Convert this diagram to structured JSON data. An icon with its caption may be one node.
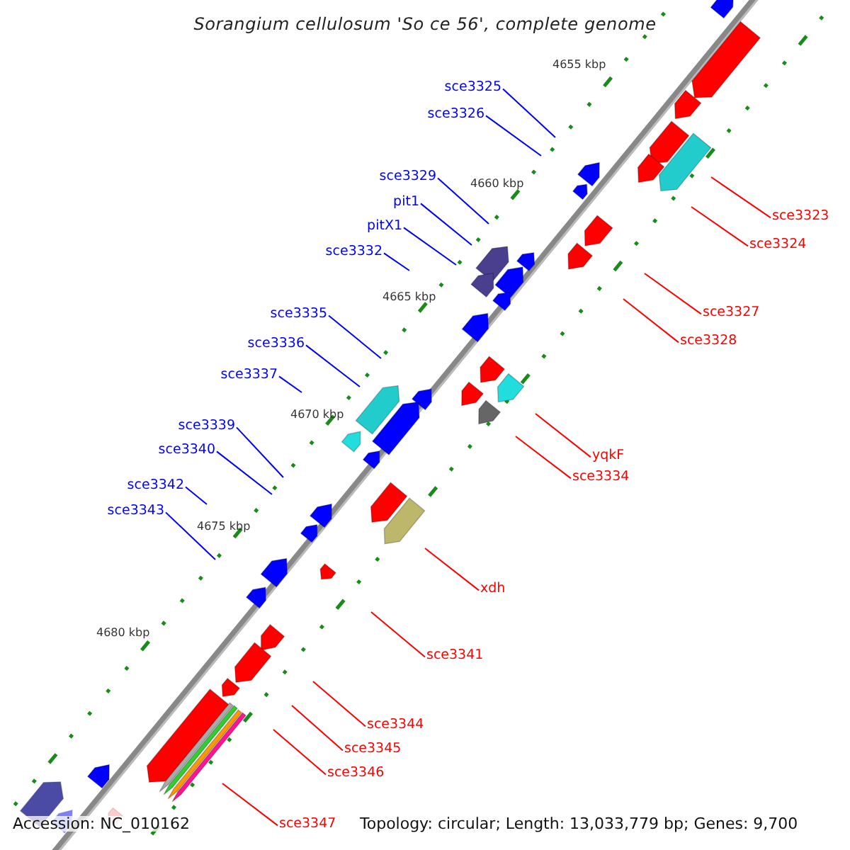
{
  "diagram": {
    "title": "Sorangium cellulosum 'So ce 56', complete genome",
    "nodes": [
      {
        "text": [
          "sce3325"
        ]
      },
      {
        "text": [
          "sce3326"
        ]
      },
      {
        "text": [
          "sce3329"
        ]
      },
      {
        "text": [
          "pit1"
        ]
      },
      {
        "text": [
          "sce3323"
        ]
      },
      {
        "text": [
          "pitX1"
        ]
      },
      {
        "text": [
          "sce3324"
        ]
      },
      {
        "text": [
          "sce3332"
        ]
      },
      {
        "text": [
          "sce3327"
        ]
      },
      {
        "text": [
          "sce3335"
        ]
      },
      {
        "text": [
          "sce3328"
        ]
      },
      {
        "text": [
          "sce3336"
        ]
      },
      {
        "text": [
          "sce3337"
        ]
      },
      {
        "text": [
          "sce3339"
        ]
      },
      {
        "text": [
          "yqkF"
        ]
      },
      {
        "text": [
          "sce3340"
        ]
      },
      {
        "text": [
          "sce3334"
        ]
      },
      {
        "text": [
          "sce3342"
        ]
      },
      {
        "text": [
          "sce3343"
        ]
      },
      {
        "text": [
          "xdh"
        ]
      },
      {
        "text": [
          "sce3341"
        ]
      },
      {
        "text": [
          "sce3344"
        ]
      },
      {
        "text": [
          "sce3345"
        ]
      },
      {
        "text": [
          "sce3346"
        ]
      },
      {
        "text": [
          "sce3347"
        ]
      }
    ],
    "edges": [
      {
        "from": 0,
        "to": null,
        "arrow": "none"
      },
      {
        "from": 1,
        "to": null,
        "arrow": "none"
      },
      {
        "from": 2,
        "to": null,
        "arrow": "none"
      },
      {
        "from": 3,
        "to": null,
        "arrow": "none"
      },
      {
        "from": 4,
        "to": null,
        "arrow": "none",
        "color": "#ff0000"
      },
      {
        "from": 5,
        "to": null,
        "arrow": "none"
      },
      {
        "from": 6,
        "to": null,
        "arrow": "none",
        "color": "#ff0000"
      },
      {
        "from": 7,
        "to": null,
        "arrow": "none"
      },
      {
        "from": 8,
        "to": null,
        "arrow": "none",
        "color": "#ff0000"
      },
      {
        "from": 9,
        "to": null,
        "arrow": "none"
      },
      {
        "from": 10,
        "to": null,
        "arrow": "none",
        "color": "#ff0000"
      },
      {
        "from": 11,
        "to": null,
        "arrow": "none"
      },
      {
        "from": 12,
        "to": null,
        "arrow": "none"
      },
      {
        "from": 13,
        "to": null,
        "arrow": "none"
      },
      {
        "from": 14,
        "to": null,
        "arrow": "none",
        "color": "#ff0000"
      },
      {
        "from": 15,
        "to": null,
        "arrow": "none"
      },
      {
        "from": 16,
        "to": null,
        "arrow": "none",
        "color": "#ff0000"
      },
      {
        "from": 17,
        "to": null,
        "arrow": "none"
      },
      {
        "from": 18,
        "to": null,
        "arrow": "none"
      },
      {
        "from": 19,
        "to": null,
        "arrow": "none",
        "color": "#ff0000"
      },
      {
        "from": 20,
        "to": null,
        "arrow": "none",
        "color": "#ff0000"
      },
      {
        "from": 21,
        "to": null,
        "arrow": "none",
        "color": "#ff0000"
      },
      {
        "from": 22,
        "to": null,
        "arrow": "none",
        "color": "#ff0000"
      },
      {
        "from": 23,
        "to": null,
        "arrow": "none",
        "color": "#ff0000"
      },
      {
        "from": 24,
        "to": null,
        "arrow": "none",
        "color": "#ff0000"
      }
    ],
    "labels": [
      "4655 kbp",
      "4660 kbp",
      "4665 kbp",
      "4670 kbp",
      "4675 kbp",
      "4680 kbp",
      "Accession: NC_010162",
      "Topology: circular; Length: 13,033,779 bp; Genes: 9,700"
    ]
  }
}
